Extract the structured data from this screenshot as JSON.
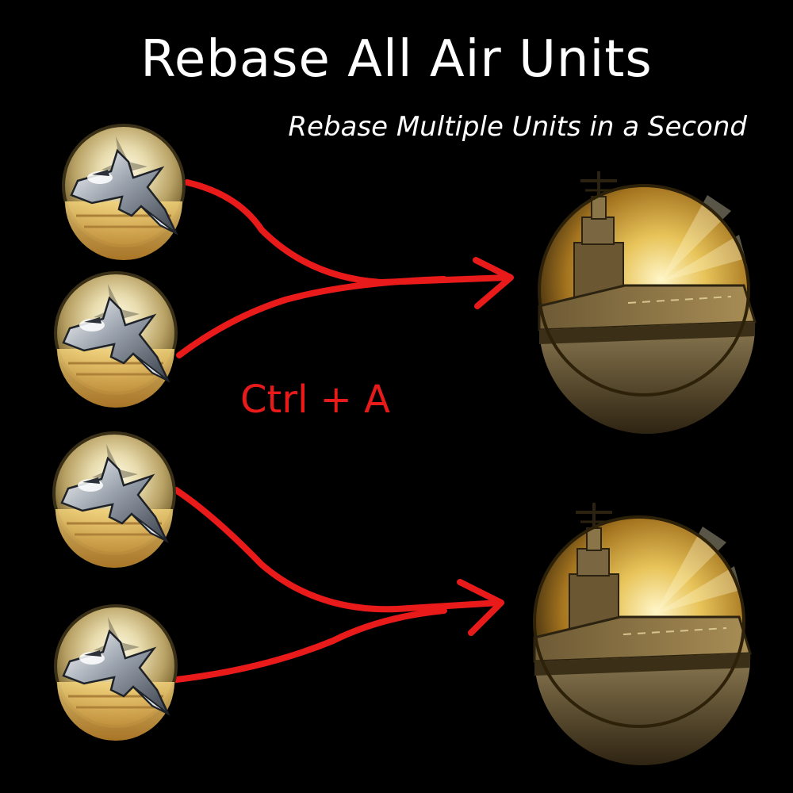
{
  "title": "Rebase All Air Units",
  "subtitle": "Rebase Multiple Units in a Second",
  "hotkey": "Ctrl + A",
  "colors": {
    "background": "#000000",
    "text": "#ffffff",
    "arrow": "#e81a1a",
    "icon_gold": "#c99a3a",
    "icon_rim": "#8a6a2a"
  },
  "units": {
    "fighters": [
      {
        "icon": "fighter-jet-icon"
      },
      {
        "icon": "fighter-jet-icon"
      },
      {
        "icon": "fighter-jet-icon"
      },
      {
        "icon": "fighter-jet-icon"
      }
    ],
    "carriers": [
      {
        "icon": "aircraft-carrier-icon"
      },
      {
        "icon": "aircraft-carrier-icon"
      }
    ]
  }
}
